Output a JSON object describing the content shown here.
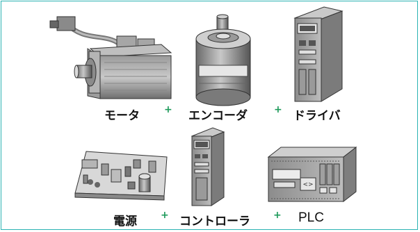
{
  "row1": {
    "labels": [
      "モータ",
      "エンコーダ",
      "ドライバ"
    ]
  },
  "row2": {
    "labels": [
      "電源",
      "コントローラ",
      "PLC"
    ]
  },
  "separator": "+",
  "colors": {
    "border": "#2bb3b3",
    "plus": "#1d9a5a"
  },
  "icons": [
    "servo-motor-icon",
    "encoder-icon",
    "driver-unit-icon",
    "power-supply-board-icon",
    "controller-unit-icon",
    "plc-unit-icon"
  ]
}
